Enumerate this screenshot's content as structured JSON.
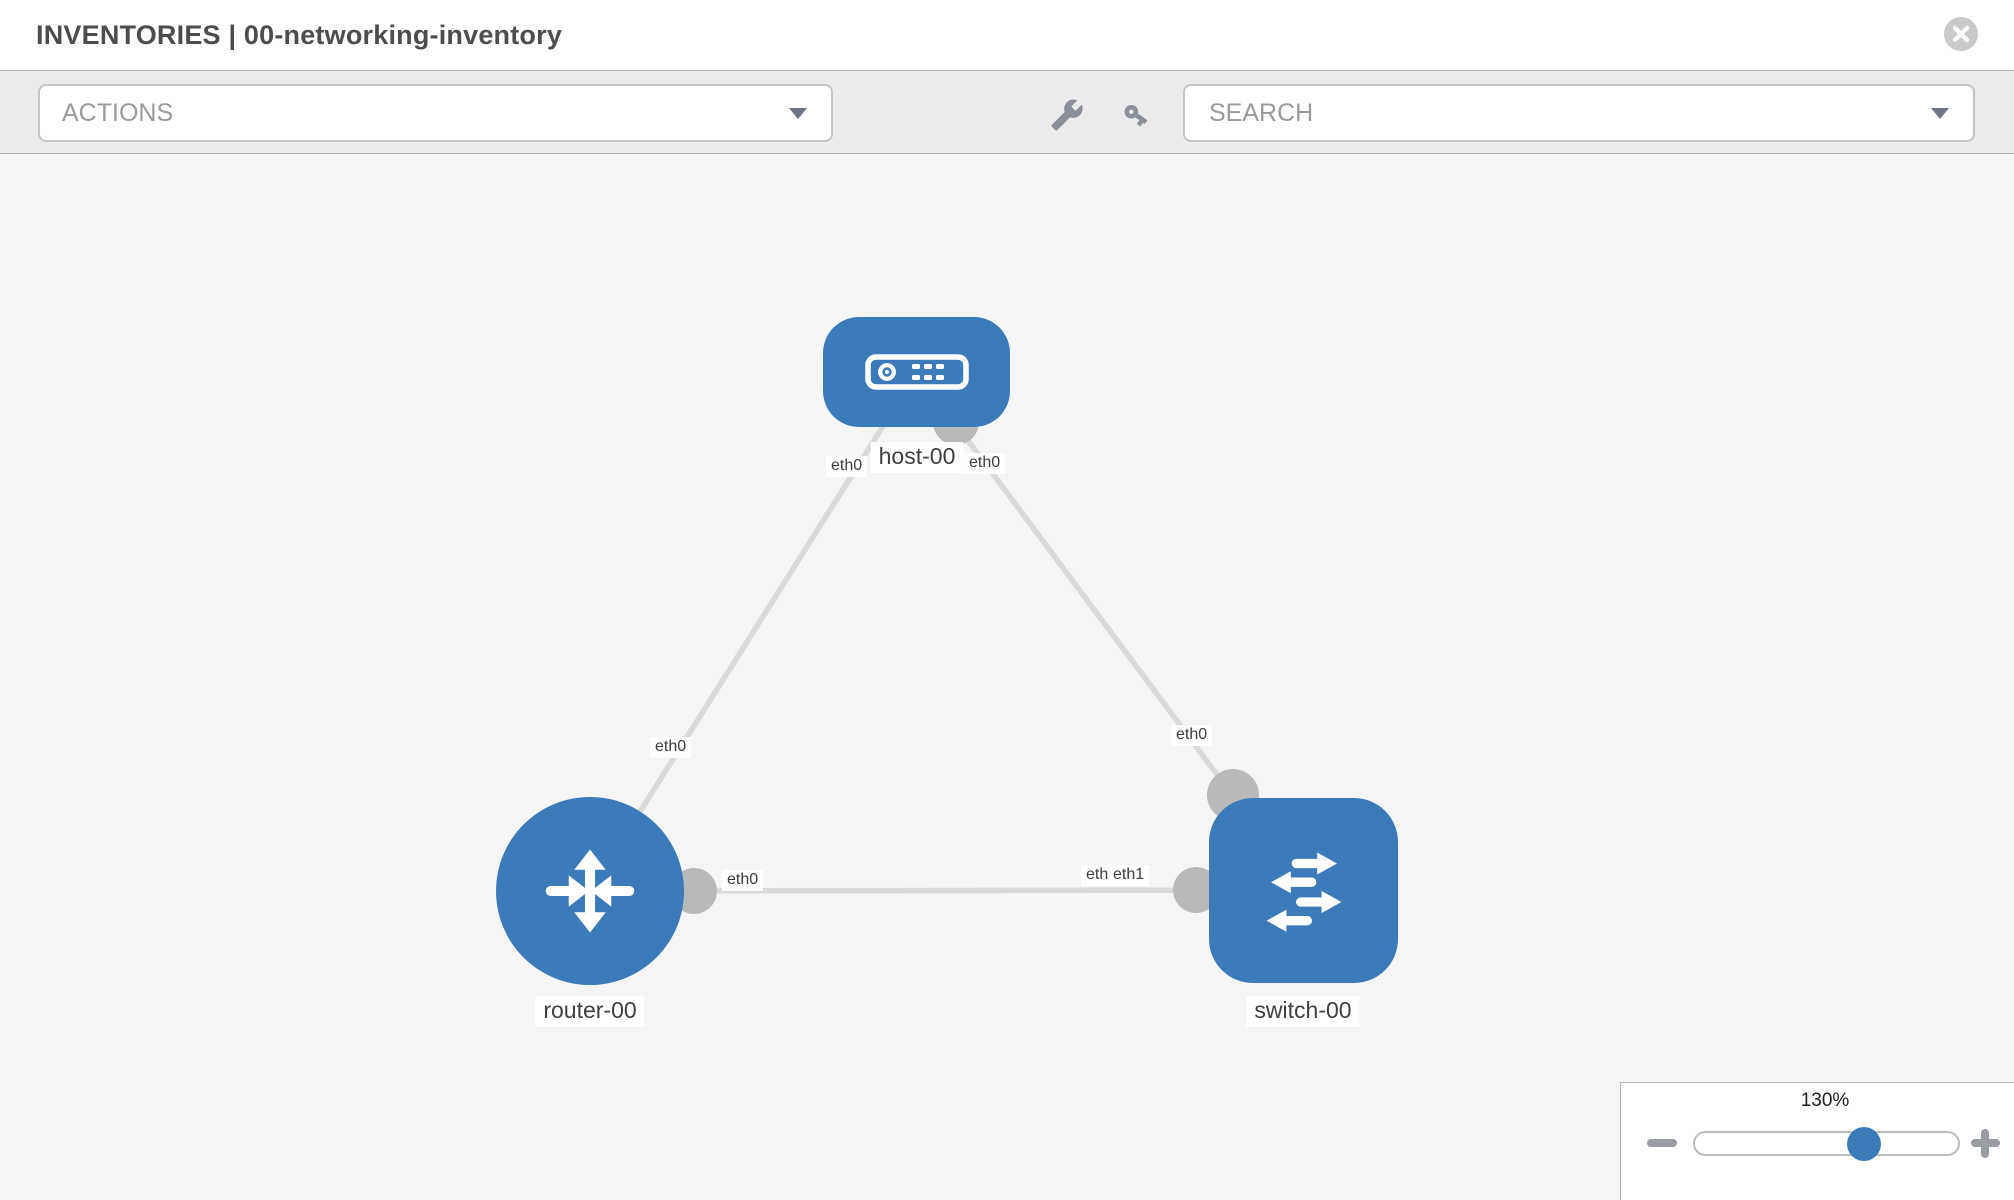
{
  "header": {
    "title": "INVENTORIES | 00-networking-inventory"
  },
  "toolbar": {
    "actions_label": "ACTIONS",
    "search_label": "SEARCH"
  },
  "canvas": {
    "nodes": [
      {
        "id": "host-00",
        "label": "host-00",
        "type": "host"
      },
      {
        "id": "router-00",
        "label": "router-00",
        "type": "router"
      },
      {
        "id": "switch-00",
        "label": "switch-00",
        "type": "switch"
      }
    ],
    "links": [
      {
        "source": "host-00",
        "target": "router-00",
        "source_interface": "eth0",
        "target_interface": "eth0"
      },
      {
        "source": "host-00",
        "target": "switch-00",
        "source_interface": "eth0",
        "target_interface": "eth0"
      },
      {
        "source": "router-00",
        "target": "switch-00",
        "source_interface": "eth0",
        "target_interface": "eth1"
      }
    ]
  },
  "zoom_control": {
    "level": "130%"
  },
  "icons": {
    "header": [
      "close-icon"
    ],
    "toolbar": [
      "chevron-down-icon",
      "wrench-icon",
      "key-icon",
      "chevron-down-icon"
    ],
    "nodes": {
      "host-00": "host-icon",
      "router-00": "router-icon",
      "switch-00": "switch-icon"
    },
    "zoom": [
      "minus-icon",
      "plus-icon"
    ]
  },
  "colors": {
    "node_blue": "#3b7bb9",
    "link_gray": "#d9d9d9",
    "interface_dot_gray": "#b9b9b9",
    "canvas_bg": "#f5f5f5",
    "toolbar_bg": "#ebebeb"
  }
}
